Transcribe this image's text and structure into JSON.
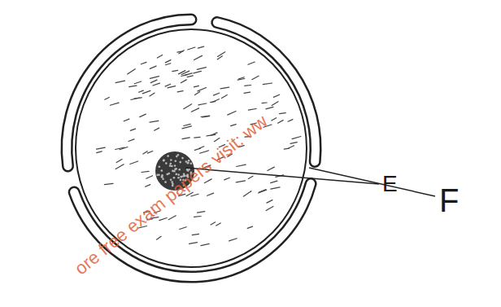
{
  "diagram": {
    "labels": [
      "E",
      "F",
      "ore free exam papers visit: ww"
    ]
  }
}
